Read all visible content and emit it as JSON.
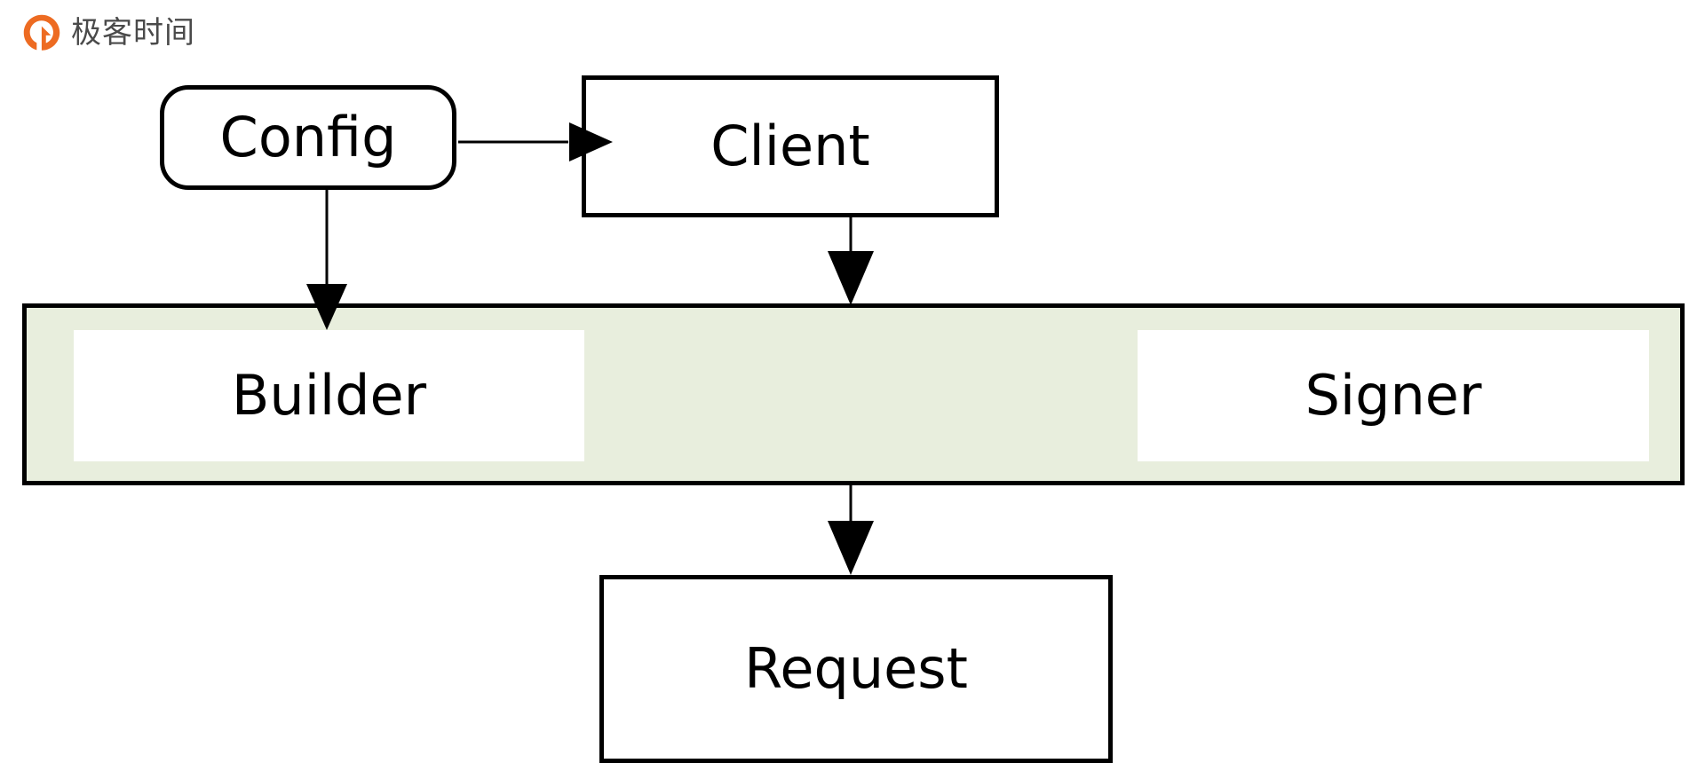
{
  "brand": {
    "name": "极客时间",
    "logo_icon": "geektime-circle-arrow-icon",
    "accent_color": "#ED6B22",
    "text_color": "#4A4A4A"
  },
  "diagram": {
    "title": "",
    "background": "#FFFFFF",
    "nodes": [
      {
        "id": "config",
        "label": "Config",
        "shape": "rounded-rect",
        "fill": "#FFFFFF",
        "stroke": "#000000"
      },
      {
        "id": "client",
        "label": "Client",
        "shape": "rect",
        "fill": "#FFFFFF",
        "stroke": "#000000"
      },
      {
        "id": "builder",
        "label": "Builder",
        "shape": "rect",
        "fill": "#FFFFFF",
        "stroke": "none"
      },
      {
        "id": "signer",
        "label": "Signer",
        "shape": "rect",
        "fill": "#FFFFFF",
        "stroke": "none"
      },
      {
        "id": "request",
        "label": "Request",
        "shape": "rect",
        "fill": "#FFFFFF",
        "stroke": "#000000"
      }
    ],
    "container": {
      "id": "middle-band",
      "label": "",
      "fill": "#E8EEDD",
      "stroke": "#000000"
    },
    "edges": [
      {
        "from": "config",
        "to": "client",
        "style": "solid",
        "arrow": "end",
        "label": ""
      },
      {
        "from": "config",
        "to": "builder",
        "style": "solid",
        "arrow": "end",
        "label": ""
      },
      {
        "from": "client",
        "to": "middle-band",
        "style": "solid",
        "arrow": "end",
        "label": ""
      },
      {
        "from": "middle-band",
        "to": "request",
        "style": "solid",
        "arrow": "end",
        "label": ""
      }
    ]
  }
}
